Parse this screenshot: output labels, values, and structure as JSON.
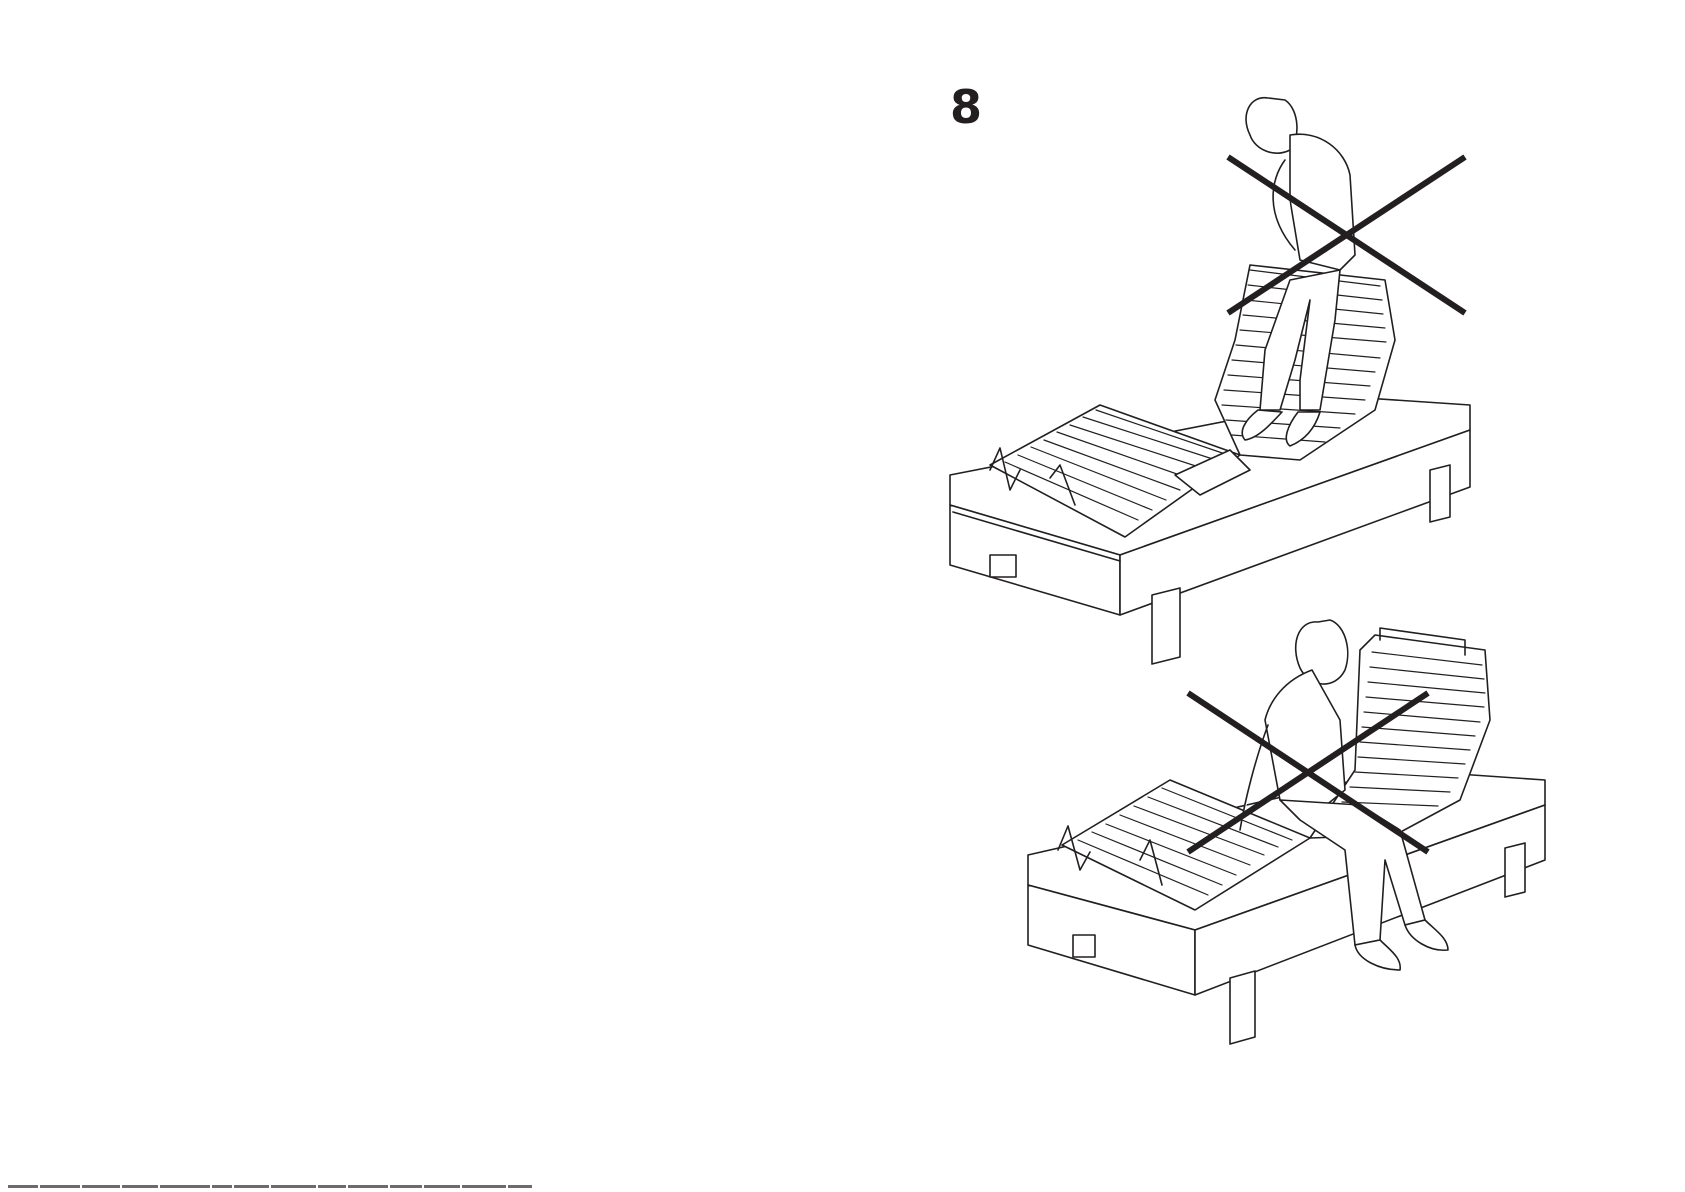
{
  "step": {
    "number": "8"
  },
  "illustrations": [
    {
      "name": "person-standing-on-raised-bed-frame",
      "status": "incorrect",
      "mark": "cross-icon"
    },
    {
      "name": "person-sitting-on-raised-bed-frame",
      "status": "incorrect",
      "mark": "cross-icon"
    }
  ],
  "colors": {
    "line": "#231f20",
    "cross": "#231f20",
    "background": "#ffffff"
  }
}
